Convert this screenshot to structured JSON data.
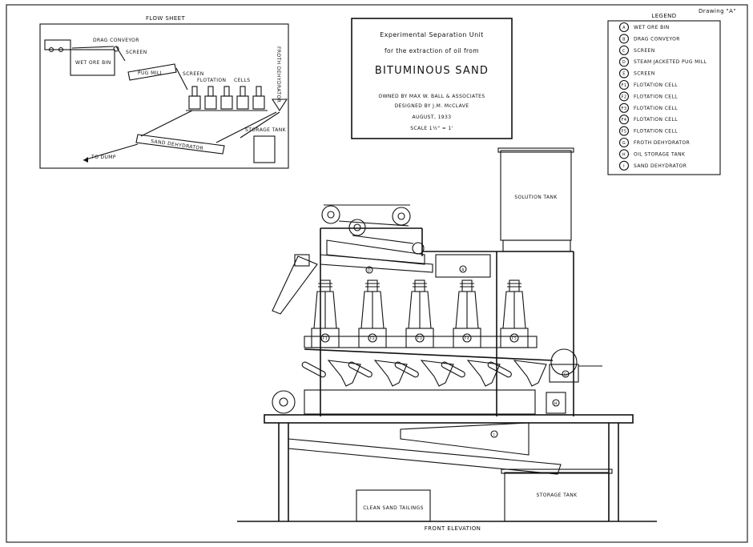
{
  "drawing_label": "Drawing \"A\"",
  "flow_sheet": {
    "title": "FLOW SHEET",
    "labels": {
      "drag_conveyor": "DRAG CONVEYOR",
      "screen1": "SCREEN",
      "wet_ore_bin": "WET ORE BIN",
      "pug_mill": "PUG MILL",
      "screen2": "SCREEN",
      "flotation": "FLOTATION",
      "cells": "CELLS",
      "froth_dehydrator": "FROTH DEHYDRATOR",
      "storage_tank": "STORAGE TANK",
      "sand_dehydrator": "SAND DEHYDRATOR",
      "to_dump": "TO DUMP"
    }
  },
  "title_block": {
    "line1": "Experimental Separation Unit",
    "line2": "for the extraction of oil from",
    "line3": "BITUMINOUS SAND",
    "owned": "OWNED BY MAX W. BALL & ASSOCIATES",
    "designed": "DESIGNED BY J.M. McCLAVE",
    "date": "AUGUST, 1933",
    "scale": "SCALE 1½\" = 1'"
  },
  "legend": {
    "title": "LEGEND",
    "items": [
      {
        "key": "A",
        "label": "WET ORE BIN"
      },
      {
        "key": "B",
        "label": "DRAG CONVEYOR"
      },
      {
        "key": "C",
        "label": "SCREEN"
      },
      {
        "key": "D",
        "label": "STEAM JACKETED PUG MILL"
      },
      {
        "key": "E",
        "label": "SCREEN"
      },
      {
        "key": "F1",
        "label": "FLOTATION CELL"
      },
      {
        "key": "F2",
        "label": "FLOTATION CELL"
      },
      {
        "key": "F3",
        "label": "FLOTATION CELL"
      },
      {
        "key": "F4",
        "label": "FLOTATION CELL"
      },
      {
        "key": "F5",
        "label": "FLOTATION CELL"
      },
      {
        "key": "G",
        "label": "FROTH DEHYDRATOR"
      },
      {
        "key": "H",
        "label": "OIL STORAGE TANK"
      },
      {
        "key": "I",
        "label": "SAND DEHYDRATOR"
      }
    ]
  },
  "elevation": {
    "solution_tank": "SOLUTION TANK",
    "storage_tank": "STORAGE TANK",
    "clean_sand_tailings": "CLEAN SAND TAILINGS",
    "front_elevation": "FRONT ELEVATION",
    "marker_a": "A",
    "marker_d": "D",
    "marker_g": "G",
    "marker_h": "H",
    "marker_i": "I",
    "cells": [
      "F1",
      "F2",
      "F3",
      "F4",
      "F5"
    ]
  }
}
